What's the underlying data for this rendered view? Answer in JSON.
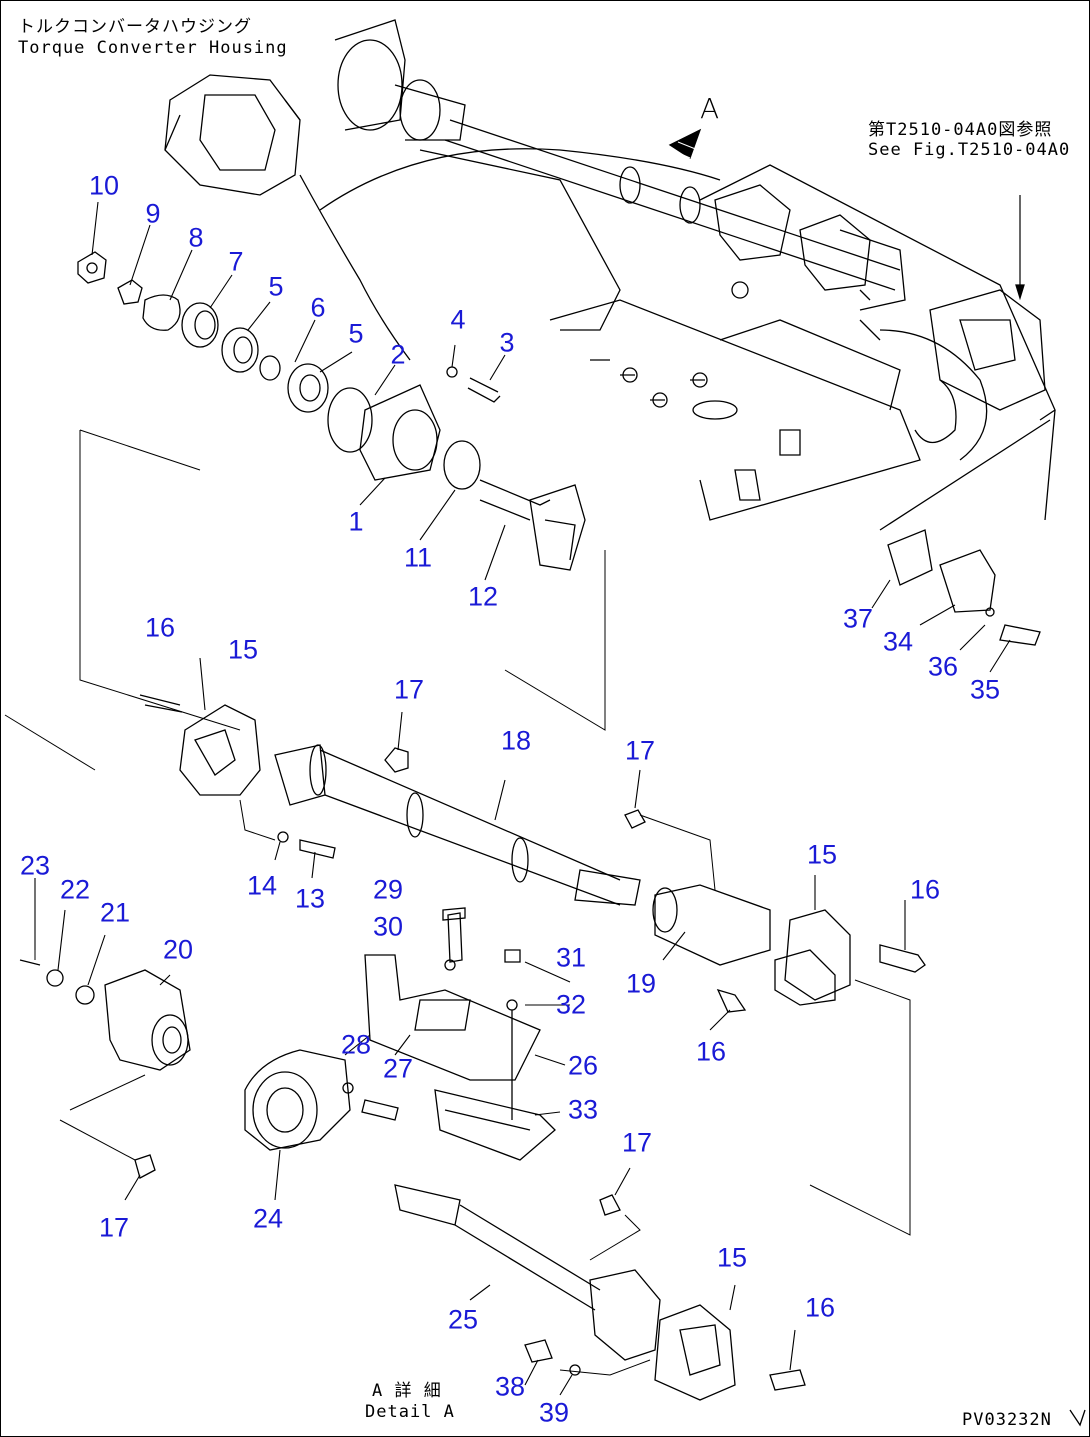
{
  "notes": {
    "housing_jp": "トルクコンバータハウジング",
    "housing_en": "Torque Converter Housing",
    "ref_jp": "第T2510-04A0図参照",
    "ref_en": "See Fig.T2510-04A0",
    "view_a": "A",
    "detail_jp": "A 詳 細",
    "detail_en": "Detail A",
    "drawing_code": "PV03232N"
  },
  "callouts": [
    "10",
    "9",
    "8",
    "7",
    "5",
    "6",
    "5",
    "2",
    "4",
    "3",
    "1",
    "11",
    "12",
    "37",
    "34",
    "36",
    "35",
    "16",
    "15",
    "17",
    "18",
    "17",
    "14",
    "13",
    "23",
    "22",
    "21",
    "20",
    "29",
    "30",
    "31",
    "32",
    "28",
    "27",
    "26",
    "33",
    "19",
    "15",
    "16",
    "16",
    "17",
    "17",
    "24",
    "25",
    "15",
    "16",
    "38",
    "39"
  ],
  "colors": {
    "callout": "#1a1ad6",
    "line": "#000000"
  }
}
